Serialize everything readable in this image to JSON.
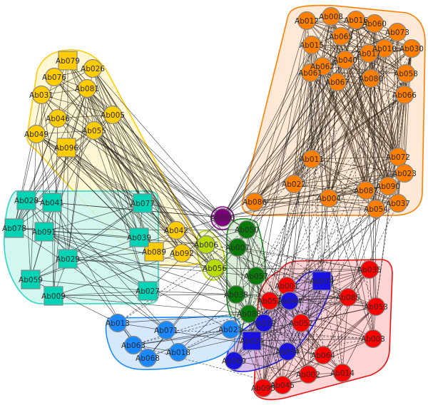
{
  "title": "Antibody co-occurrence network",
  "clusters": [
    {
      "id": "orange",
      "fill": "#fde5cf",
      "stroke": "#ff7f00",
      "node": "#ff7f00",
      "edge": "#3a2a15",
      "nodes": [
        {
          "label": "Ab012",
          "shape": "circle"
        },
        {
          "label": "Ab008",
          "shape": "circle"
        },
        {
          "label": "Ab016",
          "shape": "circle"
        },
        {
          "label": "Ab060",
          "shape": "circle"
        },
        {
          "label": "Ab073",
          "shape": "circle"
        },
        {
          "label": "Ab015",
          "shape": "circle"
        },
        {
          "label": "Ab065",
          "shape": "circle"
        },
        {
          "label": "Ab040",
          "shape": "circle"
        },
        {
          "label": "Ab017",
          "shape": "circle"
        },
        {
          "label": "Ab010",
          "shape": "circle"
        },
        {
          "label": "Ab030",
          "shape": "circle"
        },
        {
          "label": "Ab062",
          "shape": "circle"
        },
        {
          "label": "Ab061",
          "shape": "circle"
        },
        {
          "label": "Ab067",
          "shape": "circle"
        },
        {
          "label": "Ab080",
          "shape": "circle"
        },
        {
          "label": "Ab058",
          "shape": "circle"
        },
        {
          "label": "Ab066",
          "shape": "circle"
        },
        {
          "label": "Ab011",
          "shape": "circle"
        },
        {
          "label": "Ab072",
          "shape": "circle"
        },
        {
          "label": "Ab023",
          "shape": "circle"
        },
        {
          "label": "Ab022",
          "shape": "circle"
        },
        {
          "label": "Ab090",
          "shape": "circle"
        },
        {
          "label": "Ab087",
          "shape": "circle"
        },
        {
          "label": "Ab004",
          "shape": "circle"
        },
        {
          "label": "Ab086",
          "shape": "circle"
        },
        {
          "label": "Ab037",
          "shape": "circle"
        },
        {
          "label": "Ab054",
          "shape": "circle"
        }
      ]
    },
    {
      "id": "yellow",
      "fill": "#fff4cc",
      "stroke": "#ffcc00",
      "node": "#ffcc00",
      "edge": "#3a3415",
      "nodes": [
        {
          "label": "Ab079",
          "shape": "square"
        },
        {
          "label": "Ab026",
          "shape": "circle"
        },
        {
          "label": "Ab076",
          "shape": "circle"
        },
        {
          "label": "Ab081",
          "shape": "circle"
        },
        {
          "label": "Ab031",
          "shape": "circle"
        },
        {
          "label": "Ab046",
          "shape": "circle"
        },
        {
          "label": "Ab005",
          "shape": "circle"
        },
        {
          "label": "Ab049",
          "shape": "circle"
        },
        {
          "label": "Ab055",
          "shape": "circle"
        },
        {
          "label": "Ab096",
          "shape": "square"
        },
        {
          "label": "Ab042",
          "shape": "circle"
        },
        {
          "label": "Ab089",
          "shape": "square"
        },
        {
          "label": "Ab092",
          "shape": "circle"
        }
      ]
    },
    {
      "id": "teal",
      "fill": "#cdf5ef",
      "stroke": "#2ad8c4",
      "node": "#00d4b4",
      "edge": "#1e3a36",
      "nodes": [
        {
          "label": "Ab028",
          "shape": "square"
        },
        {
          "label": "Ab041",
          "shape": "square"
        },
        {
          "label": "Ab077",
          "shape": "square"
        },
        {
          "label": "Ab078",
          "shape": "square"
        },
        {
          "label": "Ab091",
          "shape": "square"
        },
        {
          "label": "Ab039",
          "shape": "square"
        },
        {
          "label": "Ab029",
          "shape": "square"
        },
        {
          "label": "Ab059",
          "shape": "square"
        },
        {
          "label": "Ab009",
          "shape": "square"
        },
        {
          "label": "Ab027",
          "shape": "square"
        }
      ]
    },
    {
      "id": "purple",
      "fill": "#f1dcf1",
      "stroke": "#8b008b",
      "node": "#7a007a",
      "edge": "#333",
      "nodes": [
        {
          "label": "Ab036",
          "shape": "circle"
        }
      ]
    },
    {
      "id": "lime",
      "fill": "#f3f8c8",
      "stroke": "#b5d400",
      "node": "#b8dc00",
      "edge": "#333",
      "nodes": [
        {
          "label": "Ab006",
          "shape": "circle"
        },
        {
          "label": "Ab056",
          "shape": "circle"
        }
      ]
    },
    {
      "id": "green",
      "fill": "#d6ebd2",
      "stroke": "#1e8c1e",
      "node": "#0a7a0a",
      "edge": "#1c2a1c",
      "nodes": [
        {
          "label": "Ab050",
          "shape": "circle"
        },
        {
          "label": "Ab007",
          "shape": "circle"
        },
        {
          "label": "Ab057",
          "shape": "circle"
        },
        {
          "label": "Ab038",
          "shape": "circle"
        },
        {
          "label": "Ab088",
          "shape": "circle"
        }
      ]
    },
    {
      "id": "red",
      "fill": "#ffcccc",
      "stroke": "#ee1111",
      "node": "#ff0000",
      "edge": "#3a1a1a",
      "nodes": [
        {
          "label": "Ab035",
          "shape": "circle"
        },
        {
          "label": "Ab001",
          "shape": "circle"
        },
        {
          "label": "Ab085",
          "shape": "circle"
        },
        {
          "label": "Ab053",
          "shape": "circle"
        },
        {
          "label": "Ab051",
          "shape": "circle"
        },
        {
          "label": "Ab052",
          "shape": "circle"
        },
        {
          "label": "Ab003",
          "shape": "circle"
        },
        {
          "label": "Ab064",
          "shape": "circle"
        },
        {
          "label": "Ab002",
          "shape": "circle"
        },
        {
          "label": "Ab014",
          "shape": "circle"
        },
        {
          "label": "Ab095",
          "shape": "circle"
        },
        {
          "label": "Ab045",
          "shape": "circle"
        }
      ]
    },
    {
      "id": "blue",
      "fill": "#c9a8e0",
      "stroke": "#1a1aee",
      "node": "#1a10e0",
      "edge": "#2a1a3a",
      "nodes": [
        {
          "label": "Ab074",
          "shape": "square"
        },
        {
          "label": "Ab044",
          "shape": "circle"
        },
        {
          "label": "Ab019",
          "shape": "circle"
        },
        {
          "label": "Ab024",
          "shape": "square"
        },
        {
          "label": "Ab094",
          "shape": "circle"
        },
        {
          "label": "Ab069",
          "shape": "circle"
        }
      ]
    },
    {
      "id": "lightblue",
      "fill": "#cfe4fb",
      "stroke": "#1a8cff",
      "node": "#1a88ff",
      "edge": "#1a2a3a",
      "nodes": [
        {
          "label": "Ab013",
          "shape": "circle"
        },
        {
          "label": "Ab071",
          "shape": "circle"
        },
        {
          "label": "Ab021",
          "shape": "circle"
        },
        {
          "label": "Ab063",
          "shape": "circle"
        },
        {
          "label": "Ab068",
          "shape": "circle"
        },
        {
          "label": "Ab018",
          "shape": "circle"
        }
      ]
    }
  ]
}
